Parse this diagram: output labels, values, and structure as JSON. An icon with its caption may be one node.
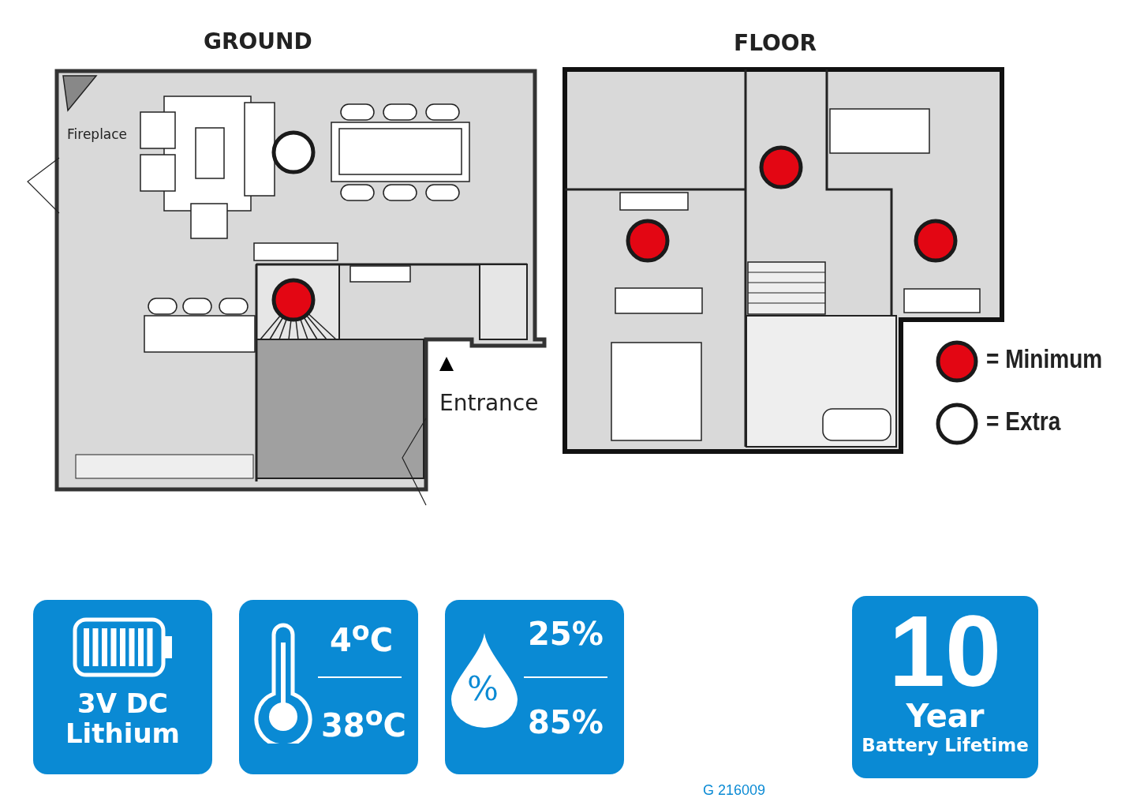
{
  "diagram": {
    "nodes": [
      {
        "text": [
          "3V DC Lithium"
        ]
      },
      {
        "text": [
          "4$^{o}$C",
          "38$^{o}$C"
        ]
      },
      {
        "text": [
          "25%",
          "%",
          "85%"
        ]
      },
      {
        "text": [
          "10",
          "Year",
          "Battery Lifetime"
        ]
      }
    ],
    "edges": [],
    "labels": [
      "GROUND",
      "FLOOR",
      "Fireplace",
      "Entrance",
      "G 216009"
    ],
    "legend": [
      {
        "text": "= Minimum",
        "color": "#e30613"
      },
      {
        "text": "= Extra",
        "color": "#ffffff"
      }
    ]
  }
}
